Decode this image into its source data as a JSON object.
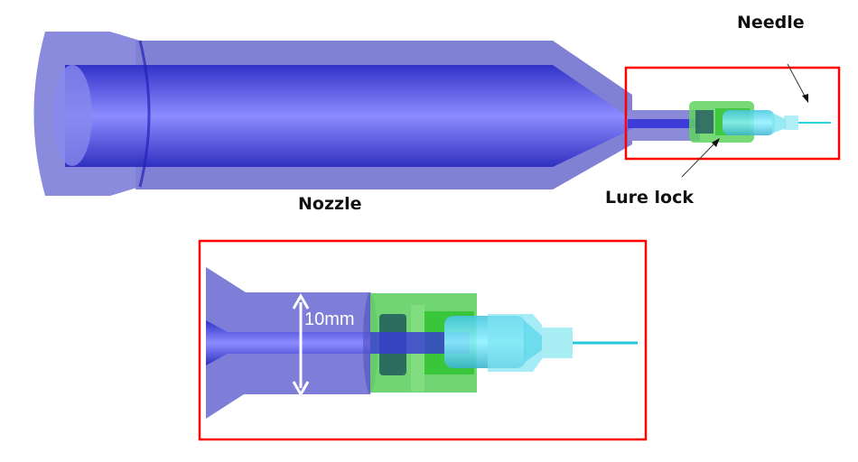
{
  "labels": {
    "nozzle": "Nozzle",
    "lure_lock": "Lure lock",
    "needle": "Needle",
    "dimension": "10mm"
  },
  "colors": {
    "nozzle_outer": "#7f7fd6",
    "nozzle_inner": "#3a3ae0",
    "lure_lock": "#5fd35f",
    "needle_hub": "#5fe3e8",
    "highlight_box": "#ff0000",
    "dimension_arrow": "#ffffff"
  }
}
